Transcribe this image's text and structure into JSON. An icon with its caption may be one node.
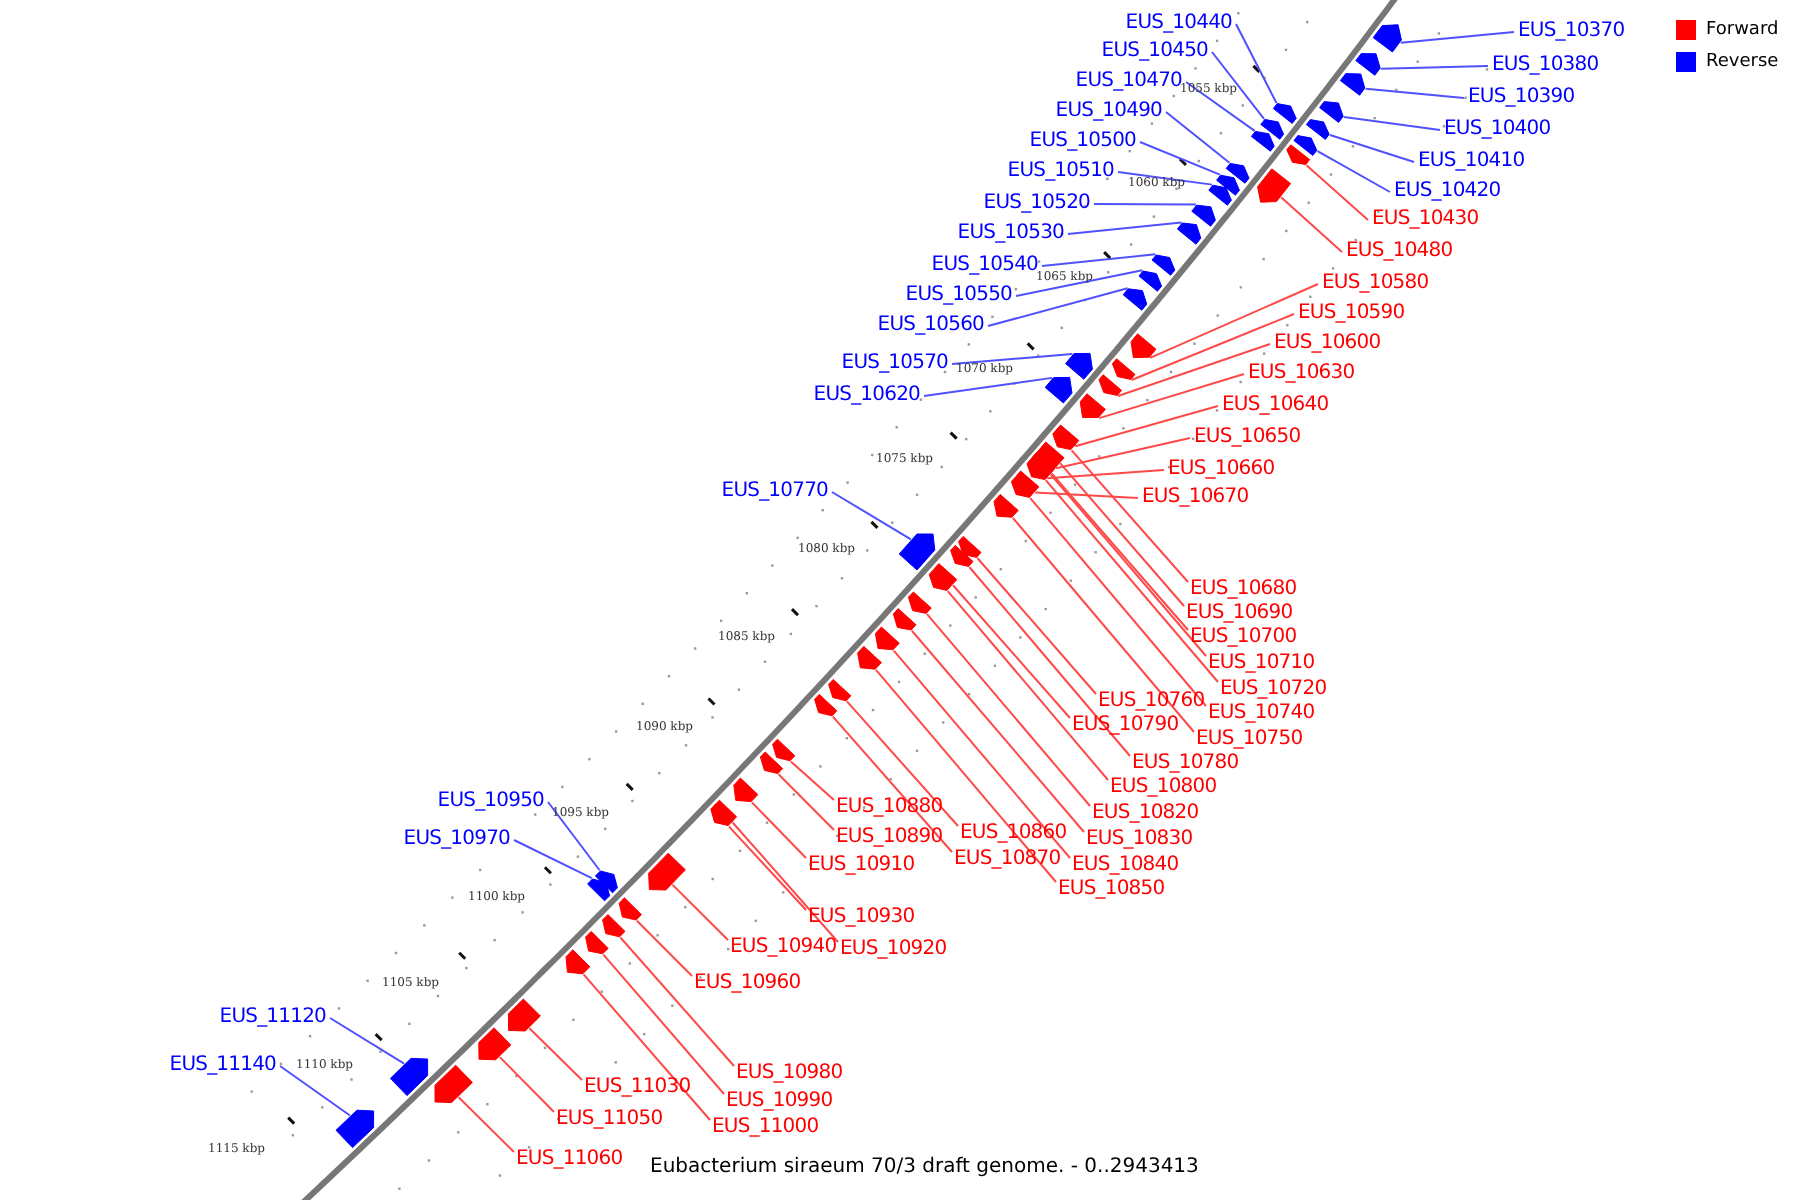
{
  "diagram": {
    "caption": "Eubacterium siraeum 70/3 draft genome. - 0..2943413",
    "nodes": [
      {
        "text": [
          "EUS_10370"
        ]
      },
      {
        "text": [
          "EUS_10380"
        ]
      },
      {
        "text": [
          "EUS_10390"
        ]
      },
      {
        "text": [
          "EUS_10400"
        ]
      },
      {
        "text": [
          "EUS_10410"
        ]
      },
      {
        "text": [
          "EUS_10420"
        ]
      },
      {
        "text": [
          "EUS_10430"
        ]
      },
      {
        "text": [
          "EUS_10480"
        ]
      },
      {
        "text": [
          "EUS_10580"
        ]
      },
      {
        "text": [
          "EUS_10590"
        ]
      },
      {
        "text": [
          "EUS_10600"
        ]
      },
      {
        "text": [
          "EUS_10630"
        ]
      },
      {
        "text": [
          "EUS_10640"
        ]
      },
      {
        "text": [
          "EUS_10650"
        ]
      },
      {
        "text": [
          "EUS_10660"
        ]
      },
      {
        "text": [
          "EUS_10670"
        ]
      },
      {
        "text": [
          "EUS_10680"
        ]
      },
      {
        "text": [
          "EUS_10690"
        ]
      },
      {
        "text": [
          "EUS_10700"
        ]
      },
      {
        "text": [
          "EUS_10710"
        ]
      },
      {
        "text": [
          "EUS_10720"
        ]
      },
      {
        "text": [
          "EUS_10740"
        ]
      },
      {
        "text": [
          "EUS_10750"
        ]
      },
      {
        "text": [
          "EUS_10760"
        ]
      },
      {
        "text": [
          "EUS_10790"
        ]
      },
      {
        "text": [
          "EUS_10780"
        ]
      },
      {
        "text": [
          "EUS_10800"
        ]
      },
      {
        "text": [
          "EUS_10820"
        ]
      },
      {
        "text": [
          "EUS_10830"
        ]
      },
      {
        "text": [
          "EUS_10840"
        ]
      },
      {
        "text": [
          "EUS_10850"
        ]
      },
      {
        "text": [
          "EUS_10860"
        ]
      },
      {
        "text": [
          "EUS_10870"
        ]
      },
      {
        "text": [
          "EUS_10880"
        ]
      },
      {
        "text": [
          "EUS_10890"
        ]
      },
      {
        "text": [
          "EUS_10910"
        ]
      },
      {
        "text": [
          "EUS_10930"
        ]
      },
      {
        "text": [
          "EUS_10920"
        ]
      },
      {
        "text": [
          "EUS_10940"
        ]
      },
      {
        "text": [
          "EUS_10960"
        ]
      },
      {
        "text": [
          "EUS_10980"
        ]
      },
      {
        "text": [
          "EUS_10990"
        ]
      },
      {
        "text": [
          "EUS_11000"
        ]
      },
      {
        "text": [
          "EUS_11030"
        ]
      },
      {
        "text": [
          "EUS_11050"
        ]
      },
      {
        "text": [
          "EUS_11060"
        ]
      },
      {
        "text": [
          "EUS_10440"
        ]
      },
      {
        "text": [
          "EUS_10450"
        ]
      },
      {
        "text": [
          "EUS_10470"
        ]
      },
      {
        "text": [
          "EUS_10490"
        ]
      },
      {
        "text": [
          "EUS_10500"
        ]
      },
      {
        "text": [
          "EUS_10510"
        ]
      },
      {
        "text": [
          "EUS_10520"
        ]
      },
      {
        "text": [
          "EUS_10530"
        ]
      },
      {
        "text": [
          "EUS_10540"
        ]
      },
      {
        "text": [
          "EUS_10550"
        ]
      },
      {
        "text": [
          "EUS_10560"
        ]
      },
      {
        "text": [
          "EUS_10570"
        ]
      },
      {
        "text": [
          "EUS_10620"
        ]
      },
      {
        "text": [
          "EUS_10770"
        ]
      },
      {
        "text": [
          "EUS_10950"
        ]
      },
      {
        "text": [
          "EUS_10970"
        ]
      },
      {
        "text": [
          "EUS_11120"
        ]
      },
      {
        "text": [
          "EUS_11140"
        ]
      },
      {
        "text": [],
        "shape": "arrow"
      },
      {
        "text": [],
        "shape": "arrow"
      },
      {
        "text": [],
        "shape": "arrow"
      },
      {
        "text": [],
        "shape": "arrow"
      },
      {
        "text": [],
        "shape": "arrow"
      },
      {
        "text": [],
        "shape": "arrow"
      },
      {
        "text": [],
        "shape": "arrow"
      },
      {
        "text": [],
        "shape": "arrow"
      },
      {
        "text": [],
        "shape": "arrow"
      },
      {
        "text": [],
        "shape": "arrow"
      },
      {
        "text": [],
        "shape": "arrow"
      },
      {
        "text": [],
        "shape": "arrow"
      },
      {
        "text": [],
        "shape": "arrow"
      },
      {
        "text": [],
        "shape": "arrow"
      },
      {
        "text": [],
        "shape": "arrow"
      },
      {
        "text": [],
        "shape": "arrow"
      },
      {
        "text": [],
        "shape": "arrow"
      },
      {
        "text": [],
        "shape": "arrow"
      },
      {
        "text": [],
        "shape": "arrow"
      },
      {
        "text": [],
        "shape": "arrow"
      },
      {
        "text": [],
        "shape": "arrow"
      },
      {
        "text": [],
        "shape": "arrow"
      },
      {
        "text": [],
        "shape": "arrow"
      },
      {
        "text": [],
        "shape": "arrow"
      },
      {
        "text": [],
        "shape": "arrow"
      },
      {
        "text": [],
        "shape": "arrow"
      },
      {
        "text": [],
        "shape": "arrow"
      },
      {
        "text": [],
        "shape": "arrow"
      },
      {
        "text": [],
        "shape": "arrow"
      },
      {
        "text": [],
        "shape": "arrow"
      },
      {
        "text": [],
        "shape": "arrow"
      },
      {
        "text": [],
        "shape": "arrow"
      },
      {
        "text": [],
        "shape": "arrow"
      },
      {
        "text": [],
        "shape": "arrow"
      },
      {
        "text": [],
        "shape": "arrow"
      },
      {
        "text": [],
        "shape": "arrow"
      },
      {
        "text": [],
        "shape": "arrow"
      },
      {
        "text": [],
        "shape": "arrow"
      },
      {
        "text": [],
        "shape": "arrow"
      },
      {
        "text": [],
        "shape": "arrow"
      },
      {
        "text": [],
        "shape": "arrow"
      },
      {
        "text": [],
        "shape": "arrow"
      },
      {
        "text": [],
        "shape": "arrow"
      },
      {
        "text": [],
        "shape": "arrow"
      },
      {
        "text": [],
        "shape": "arrow"
      },
      {
        "text": [],
        "shape": "arrow"
      },
      {
        "text": [],
        "shape": "arrow"
      },
      {
        "text": [],
        "shape": "arrow"
      },
      {
        "text": [],
        "shape": "arrow"
      },
      {
        "text": [],
        "shape": "arrow"
      },
      {
        "text": [],
        "shape": "arrow"
      },
      {
        "text": [],
        "shape": "arrow"
      },
      {
        "text": [],
        "shape": "arrow"
      },
      {
        "text": [],
        "shape": "arrow"
      },
      {
        "text": [],
        "shape": "arrow"
      },
      {
        "text": [],
        "shape": "arrow"
      },
      {
        "text": [],
        "shape": "arrow"
      },
      {
        "text": [],
        "shape": "arrow"
      },
      {
        "text": [],
        "shape": "arrow"
      },
      {
        "text": [],
        "shape": "arrow"
      },
      {
        "text": [],
        "shape": "arrow"
      },
      {
        "text": [],
        "shape": "arrow"
      },
      {
        "text": [],
        "shape": "arrow"
      },
      {
        "text": [],
        "shape": "arrow"
      }
    ],
    "edges": [
      {
        "from": 0,
        "to": 64,
        "arrow": "none",
        "color": "#5050ff"
      },
      {
        "from": 1,
        "to": 65,
        "arrow": "none",
        "color": "#5050ff"
      },
      {
        "from": 2,
        "to": 66,
        "arrow": "none",
        "color": "#5050ff"
      },
      {
        "from": 3,
        "to": 67,
        "arrow": "none",
        "color": "#5050ff"
      },
      {
        "from": 4,
        "to": 68,
        "arrow": "none",
        "color": "#5050ff"
      },
      {
        "from": 5,
        "to": 69,
        "arrow": "none",
        "color": "#5050ff"
      },
      {
        "from": 6,
        "to": 70,
        "arrow": "none"
      },
      {
        "from": 7,
        "to": 71,
        "arrow": "none"
      },
      {
        "from": 8,
        "to": 72,
        "arrow": "none"
      },
      {
        "from": 9,
        "to": 73,
        "arrow": "none"
      },
      {
        "from": 10,
        "to": 74,
        "arrow": "none"
      },
      {
        "from": 11,
        "to": 75,
        "arrow": "none"
      },
      {
        "from": 12,
        "to": 76,
        "arrow": "none"
      },
      {
        "from": 13,
        "to": 77,
        "arrow": "none"
      },
      {
        "from": 14,
        "to": 78,
        "arrow": "none"
      },
      {
        "from": 15,
        "to": 79,
        "arrow": "none"
      },
      {
        "from": 16,
        "to": 80,
        "arrow": "none"
      },
      {
        "from": 17,
        "to": 81,
        "arrow": "none"
      },
      {
        "from": 18,
        "to": 82,
        "arrow": "none"
      },
      {
        "from": 19,
        "to": 83,
        "arrow": "none"
      },
      {
        "from": 20,
        "to": 84,
        "arrow": "none"
      },
      {
        "from": 21,
        "to": 85,
        "arrow": "none"
      },
      {
        "from": 22,
        "to": 86,
        "arrow": "none"
      },
      {
        "from": 23,
        "to": 87,
        "arrow": "none"
      },
      {
        "from": 24,
        "to": 88,
        "arrow": "none"
      },
      {
        "from": 25,
        "to": 89,
        "arrow": "none"
      },
      {
        "from": 26,
        "to": 90,
        "arrow": "none"
      },
      {
        "from": 27,
        "to": 91,
        "arrow": "none"
      },
      {
        "from": 28,
        "to": 92,
        "arrow": "none"
      },
      {
        "from": 29,
        "to": 93,
        "arrow": "none"
      },
      {
        "from": 30,
        "to": 94,
        "arrow": "none"
      },
      {
        "from": 31,
        "to": 95,
        "arrow": "none"
      },
      {
        "from": 32,
        "to": 96,
        "arrow": "none"
      },
      {
        "from": 33,
        "to": 97,
        "arrow": "none"
      },
      {
        "from": 34,
        "to": 98,
        "arrow": "none"
      },
      {
        "from": 35,
        "to": 99,
        "arrow": "none"
      },
      {
        "from": 36,
        "to": 100,
        "arrow": "none"
      },
      {
        "from": 37,
        "to": 101,
        "arrow": "none"
      },
      {
        "from": 38,
        "to": 102,
        "arrow": "none"
      },
      {
        "from": 39,
        "to": 103,
        "arrow": "none"
      },
      {
        "from": 40,
        "to": 104,
        "arrow": "none"
      },
      {
        "from": 41,
        "to": 105,
        "arrow": "none"
      },
      {
        "from": 42,
        "to": 106,
        "arrow": "none"
      },
      {
        "from": 43,
        "to": 107,
        "arrow": "none"
      },
      {
        "from": 44,
        "to": 108,
        "arrow": "none"
      },
      {
        "from": 45,
        "to": 109,
        "arrow": "none"
      },
      {
        "from": 46,
        "to": 110,
        "arrow": "none",
        "color": "#5050ff"
      },
      {
        "from": 47,
        "to": 111,
        "arrow": "none",
        "color": "#5050ff"
      },
      {
        "from": 48,
        "to": 112,
        "arrow": "none",
        "color": "#5050ff"
      },
      {
        "from": 49,
        "to": 113,
        "arrow": "none",
        "color": "#5050ff"
      },
      {
        "from": 50,
        "to": 114,
        "arrow": "none",
        "color": "#5050ff"
      },
      {
        "from": 51,
        "to": 115,
        "arrow": "none",
        "color": "#5050ff"
      },
      {
        "from": 52,
        "to": 116,
        "arrow": "none",
        "color": "#5050ff"
      },
      {
        "from": 53,
        "to": 117,
        "arrow": "none",
        "color": "#5050ff"
      },
      {
        "from": 54,
        "to": 118,
        "arrow": "none",
        "color": "#5050ff"
      },
      {
        "from": 55,
        "to": 119,
        "arrow": "none",
        "color": "#5050ff"
      },
      {
        "from": 56,
        "to": 120,
        "arrow": "none",
        "color": "#5050ff"
      },
      {
        "from": 57,
        "to": 121,
        "arrow": "none",
        "color": "#5050ff"
      },
      {
        "from": 58,
        "to": 122,
        "arrow": "none",
        "color": "#5050ff"
      },
      {
        "from": 59,
        "to": 123,
        "arrow": "none",
        "color": "#5050ff"
      },
      {
        "from": 60,
        "to": 124,
        "arrow": "none",
        "color": "#5050ff"
      },
      {
        "from": 61,
        "to": 125,
        "arrow": "none",
        "color": "#5050ff"
      },
      {
        "from": 62,
        "to": 126,
        "arrow": "none",
        "color": "#5050ff"
      },
      {
        "from": 63,
        "to": 127,
        "arrow": "none",
        "color": "#5050ff"
      }
    ],
    "labels": [
      "1055 kbp",
      "1060 kbp",
      "1065 kbp",
      "1070 kbp",
      "1075 kbp",
      "1080 kbp",
      "1085 kbp",
      "1090 kbp",
      "1095 kbp",
      "1100 kbp",
      "1105 kbp",
      "1110 kbp",
      "1115 kbp"
    ],
    "legend": [
      {
        "text": "Forward",
        "color": "#ff0000"
      },
      {
        "text": "Reverse",
        "color": "#0000ff"
      }
    ]
  }
}
